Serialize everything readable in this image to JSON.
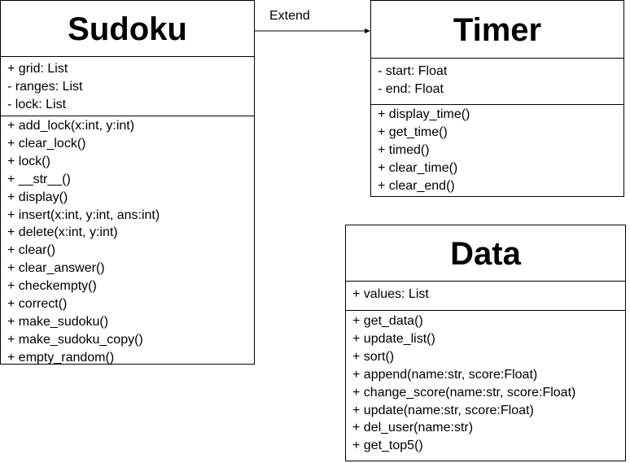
{
  "classes": {
    "sudoku": {
      "name": "Sudoku",
      "attributes": [
        "+ grid: List",
        "- ranges: List",
        "- lock: List"
      ],
      "methods": [
        "+ add_lock(x:int, y:int)",
        "+ clear_lock()",
        "+ lock()",
        "+ __str__()",
        "+ display()",
        "+ insert(x:int, y:int, ans:int)",
        "+ delete(x:int, y:int)",
        "+ clear()",
        "+ clear_answer()",
        "+ checkempty()",
        "+ correct()",
        "+ make_sudoku()",
        "+ make_sudoku_copy()",
        "+ empty_random()"
      ]
    },
    "timer": {
      "name": "Timer",
      "attributes": [
        "- start: Float",
        "- end: Float"
      ],
      "methods": [
        "+ display_time()",
        "+ get_time()",
        "+ timed()",
        "+ clear_time()",
        "+ clear_end()"
      ]
    },
    "data": {
      "name": "Data",
      "attributes": [
        "+ values: List"
      ],
      "methods": [
        "+ get_data()",
        "+ update_list()",
        "+ sort()",
        "+ append(name:str, score:Float)",
        "+ change_score(name:str, score:Float)",
        "+ update(name:str, score:Float)",
        "+ del_user(name:str)",
        "+ get_top5()"
      ]
    }
  },
  "relations": {
    "extend_label": "Extend"
  }
}
